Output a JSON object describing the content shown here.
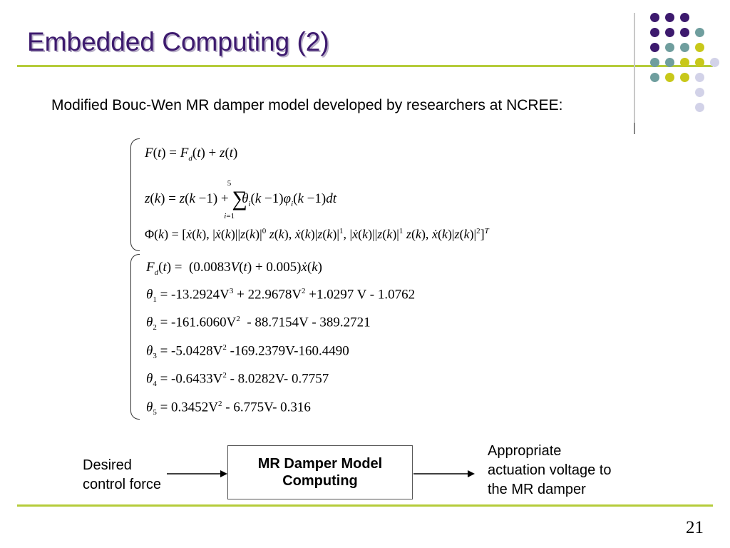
{
  "slide": {
    "title": "Embedded Computing (2)",
    "subtitle": "Modified Bouc-Wen MR damper model developed by researchers at NCREE:",
    "page_number": "21"
  },
  "diagram": {
    "input_label_line1": "Desired",
    "input_label_line2": "control force",
    "box_line1": "MR Damper Model",
    "box_line2": "Computing",
    "output_line1": "Appropriate",
    "output_line2": "actuation voltage to",
    "output_line3": "the MR damper"
  },
  "colors": {
    "title": "#3d1a6e",
    "rule": "#b5cc3a",
    "dot_purple": "#3d1a6e",
    "dot_teal": "#6f9e9e",
    "dot_lime": "#c8c81a",
    "dot_lavender": "#d2d2e8"
  },
  "decor_dots": [
    [
      "purple",
      "purple",
      "purple",
      null
    ],
    [
      "purple",
      "purple",
      "purple",
      "teal"
    ],
    [
      "purple",
      "teal",
      "teal",
      "lime"
    ],
    [
      "teal",
      "teal",
      "lime",
      "lime",
      "lavender"
    ],
    [
      "teal",
      "lime",
      "lime",
      "lavender",
      null
    ],
    [
      null,
      null,
      null,
      "lavender",
      null
    ],
    [
      null,
      null,
      null,
      "lavender",
      null
    ]
  ]
}
